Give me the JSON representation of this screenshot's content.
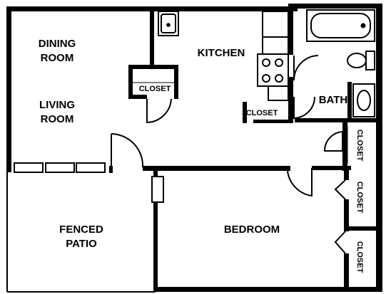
{
  "rooms": {
    "dining_line1": "DINING",
    "dining_line2": "ROOM",
    "living_line1": "LIVING",
    "living_line2": "ROOM",
    "kitchen": "KITCHEN",
    "bath": "BATH",
    "patio_line1": "FENCED",
    "patio_line2": "PATIO",
    "bedroom": "BEDROOM"
  },
  "closets": {
    "kitchen_closet": "CLOSET",
    "hall_closet": "CLOSET",
    "bath_closet": "CLOSET",
    "bedroom_closet_1": "CLOSET",
    "bedroom_closet_2": "CLOSET"
  },
  "colors": {
    "wall": "#000000",
    "background": "#ffffff",
    "fixture": "#f2f2f2"
  }
}
